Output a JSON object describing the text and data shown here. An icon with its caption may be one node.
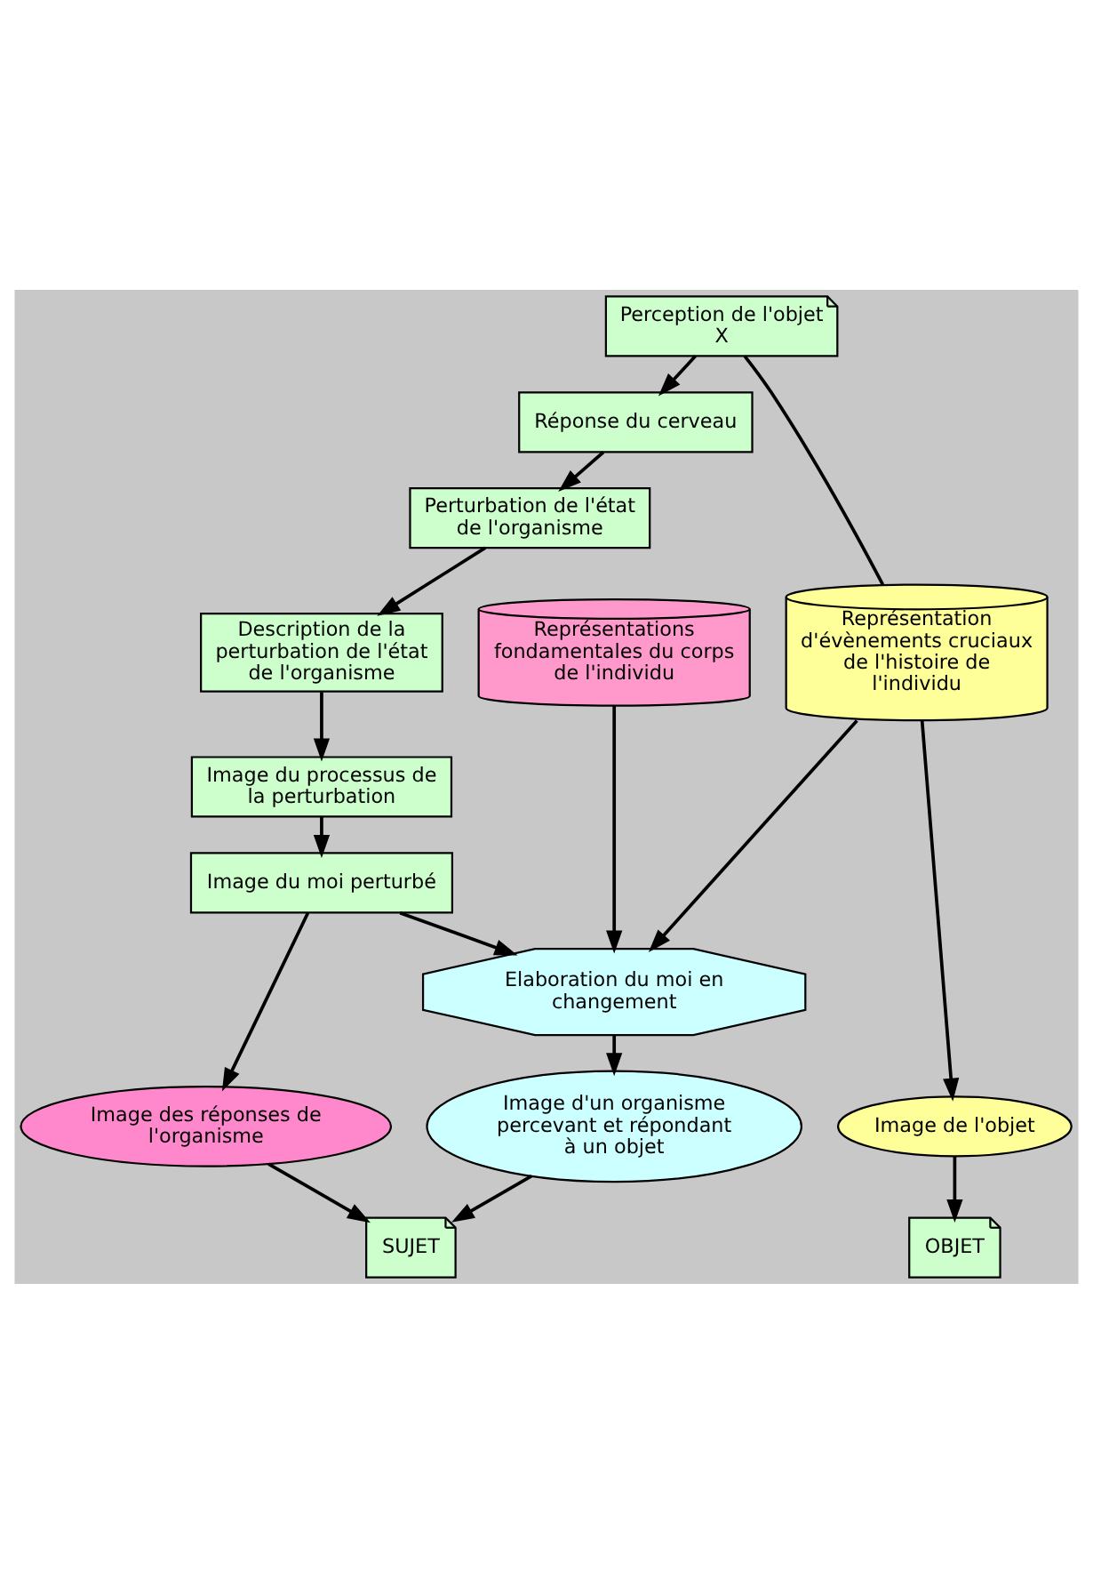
{
  "diagram": {
    "nodes": [
      {
        "text": [
          "Perception de l'objet X"
        ]
      },
      {
        "text": [
          "Réponse du cerveau"
        ]
      },
      {
        "text": [
          "Perturbation de l'état de l'organisme"
        ]
      },
      {
        "text": [
          "Description de la perturbation de l'état de l'organisme"
        ]
      },
      {
        "text": [
          "Image du processus de la perturbation"
        ]
      },
      {
        "text": [
          "Image du moi perturbé"
        ]
      },
      {
        "text": [
          "Représentation d'évènements cruciaux de l'histoire de l'individu"
        ]
      },
      {
        "text": [
          "Représentations fondamentales du corps de l'individu"
        ]
      },
      {
        "text": [
          "Elaboration du moi en changement"
        ]
      },
      {
        "text": [
          "Image de l'objet"
        ]
      },
      {
        "text": [
          "Image des réponses de l'organisme"
        ]
      },
      {
        "text": [
          "Image d'un organisme percevant et répondant à un objet"
        ]
      },
      {
        "text": [
          "OBJET"
        ]
      },
      {
        "text": [
          "SUJET"
        ]
      }
    ],
    "edges": [
      {
        "from": 0,
        "to": 1,
        "arrow": "to"
      },
      {
        "from": 0,
        "to": 6,
        "arrow": "none"
      },
      {
        "from": 1,
        "to": 2,
        "arrow": "to"
      },
      {
        "from": 2,
        "to": 3,
        "arrow": "to"
      },
      {
        "from": 3,
        "to": 4,
        "arrow": "to"
      },
      {
        "from": 4,
        "to": 5,
        "arrow": "to"
      },
      {
        "from": 5,
        "to": 8,
        "arrow": "to"
      },
      {
        "from": 6,
        "to": 8,
        "arrow": "to"
      },
      {
        "from": 6,
        "to": 9,
        "arrow": "to"
      },
      {
        "from": 7,
        "to": 8,
        "arrow": "to"
      },
      {
        "from": 5,
        "to": 10,
        "arrow": "to"
      },
      {
        "from": 8,
        "to": 11,
        "arrow": "to"
      },
      {
        "from": 9,
        "to": 12,
        "arrow": "to"
      },
      {
        "from": 11,
        "to": 13,
        "arrow": "to"
      },
      {
        "from": 10,
        "to": 13,
        "arrow": "to"
      }
    ]
  }
}
